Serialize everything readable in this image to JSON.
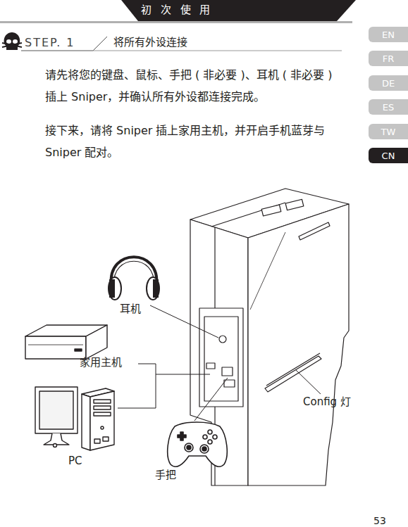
{
  "diagram": {
    "title": "初 次 使 用",
    "nodes": [
      {
        "text": [
          "EN"
        ]
      },
      {
        "text": [
          "FR"
        ]
      },
      {
        "text": [
          "DE"
        ]
      },
      {
        "text": [
          "ES"
        ]
      },
      {
        "text": [
          "TW"
        ]
      },
      {
        "text": [
          "CN"
        ]
      }
    ],
    "labels": [
      "STEP. 1",
      "将所有外设连接",
      "请先将您的键盘、鼠标、手把 ( 非必要 )、耳机 ( 非必要 ) 插上 Sniper，并确认所有外设都连接完成。",
      "接下来，请将 Sniper 插上家用主机，并开启手机蓝芽与 Sniper 配对。",
      "耳机",
      "家用主机",
      "PC",
      "手把",
      "Config 灯",
      "53"
    ]
  }
}
